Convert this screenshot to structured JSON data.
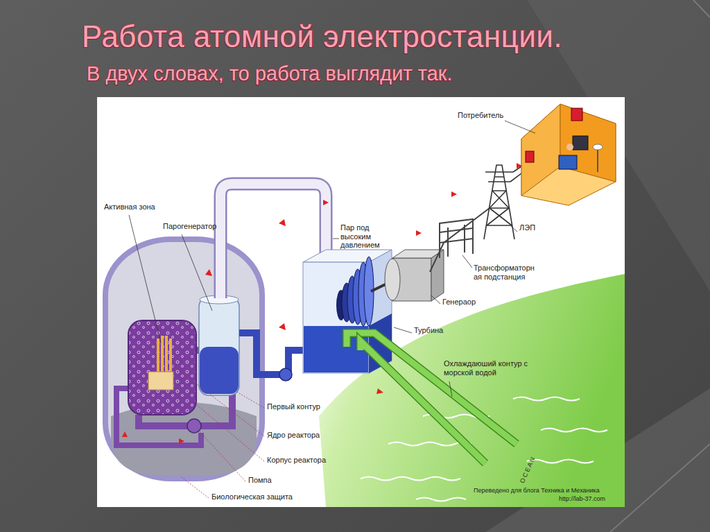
{
  "diagram": {
    "title": "Работа атомной электростанции.",
    "labels": [
      "В двух словах, то работа выглядит так.",
      "Потребитель",
      "Активная зона",
      "Парогенератор",
      "Пар под высоким давлением",
      "ЛЭП",
      "Трансформаторн ая подстанция",
      "Генераор",
      "Турбина",
      "Охлаждаюший контур с морской водой",
      "Первый контур",
      "Ядро реактора",
      "Корпус реактора",
      "Помпа",
      "Биологическая защита",
      "OCEAN",
      "Переведено для блога Техника и Механика",
      "http://lab-37.com"
    ]
  }
}
